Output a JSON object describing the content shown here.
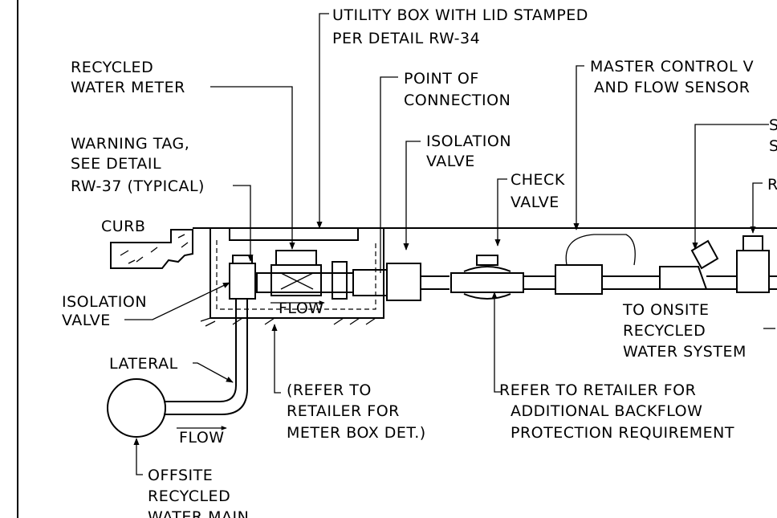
{
  "labels": {
    "utility_box": [
      "UTILITY BOX WITH LID STAMPED",
      "PER DETAIL RW-34"
    ],
    "meter": [
      "RECYCLED",
      "WATER METER"
    ],
    "poc": [
      "POINT OF",
      "CONNECTION"
    ],
    "master": [
      "MASTER CONTROL V",
      "AND FLOW SENSOR"
    ],
    "warning": [
      "WARNING TAG,",
      "SEE DETAIL",
      "RW-37 (TYPICAL)"
    ],
    "iso_valve_top": [
      "ISOLATION",
      "VALVE"
    ],
    "check_valve": [
      "CHECK",
      "VALVE"
    ],
    "strainer": [
      "S",
      "S"
    ],
    "reducer": [
      "R"
    ],
    "curb": "CURB",
    "iso_valve_left": [
      "ISOLATION",
      "VALVE"
    ],
    "flow_box": "FLOW",
    "onsite": [
      "TO ONSITE",
      "RECYCLED",
      "WATER SYSTEM"
    ],
    "lateral": "LATERAL",
    "meter_box": [
      "(REFER TO",
      "RETAILER FOR",
      "METER BOX DET.)"
    ],
    "backflow": [
      "REFER TO RETAILER FOR",
      "ADDITIONAL BACKFLOW",
      "PROTECTION REQUIREMENT"
    ],
    "flow_main": "FLOW",
    "offsite": [
      "OFFSITE",
      "RECYCLED",
      "WATER MAIN"
    ]
  },
  "colors": {
    "ink": "#000000",
    "paper": "#ffffff"
  }
}
